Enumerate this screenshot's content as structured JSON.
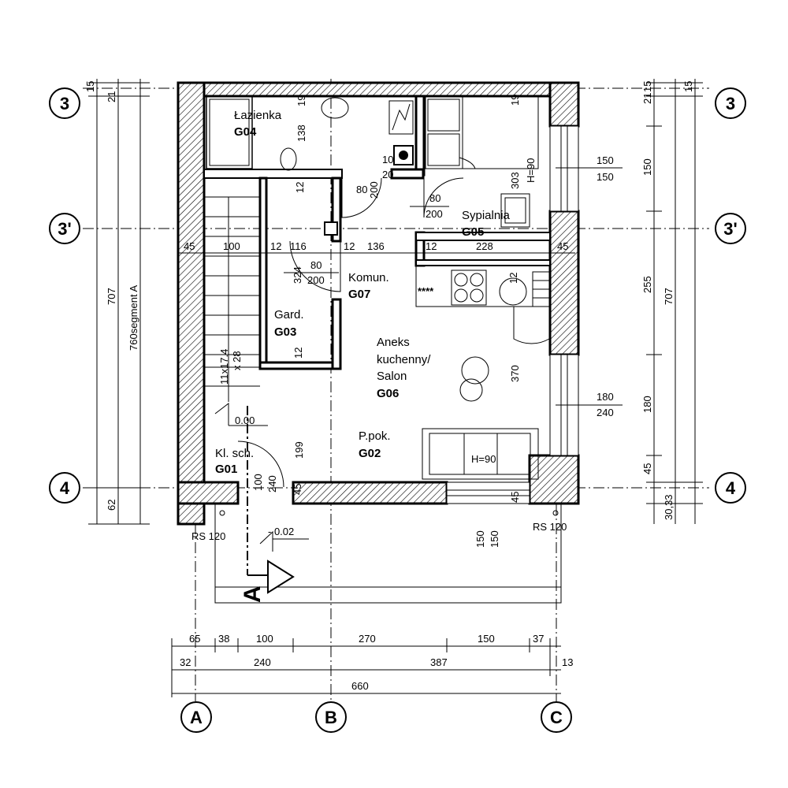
{
  "axes": {
    "rows": {
      "r3": "3",
      "r3p": "3'",
      "r4": "4"
    },
    "cols": {
      "A": "A",
      "B": "B",
      "C": "C"
    }
  },
  "rooms": {
    "g04": {
      "name": "Łazienka",
      "code": "G04"
    },
    "g05": {
      "name": "Sypialnia",
      "code": "G05"
    },
    "g07": {
      "name": "Komun.",
      "code": "G07"
    },
    "g03": {
      "name": "Gard.",
      "code": "G03"
    },
    "g06": {
      "name1": "Aneks",
      "name2": "kuchenny/",
      "name3": "Salon",
      "code": "G06"
    },
    "g02": {
      "name": "P.pok.",
      "code": "G02"
    },
    "g01": {
      "name": "Kl. sch.",
      "code": "G01"
    }
  },
  "levels": {
    "floor": "0.00",
    "outside": "- 0.02"
  },
  "section_mark": "A",
  "rs_label": "RS 120",
  "segment_label": "760segment A",
  "stairs_label": "11x17.4",
  "stairs_label2": "x 28",
  "window_heights": {
    "h1": "H=90",
    "h2": "H=90"
  },
  "bottom_dims": {
    "row1": [
      "65",
      "38",
      "100",
      "270",
      "150",
      "37"
    ],
    "row2": [
      "32",
      "240",
      "387",
      "13"
    ],
    "row3": "660"
  },
  "left_dims": {
    "d15": "15",
    "d21": "21",
    "d707": "707",
    "d62": "62"
  },
  "right_dims": {
    "d15": "15",
    "d21": "21",
    "d150": "150",
    "d255": "255",
    "d180": "180",
    "d45": "45",
    "d707": "707",
    "d3033": "30,33"
  },
  "inner_dims": {
    "d19a": "19",
    "d138": "138",
    "d10": "10",
    "d20": "20",
    "d19b": "19",
    "d303": "303",
    "hw": "H=90",
    "d150a": "150",
    "d150b": "150",
    "d80a": "80",
    "d200a": "200",
    "d80b": "80",
    "d200b": "200",
    "d12a": "12",
    "d45a": "45",
    "d100a": "100",
    "d12b": "12",
    "d116": "116",
    "d12c": "12",
    "d136": "136",
    "d12d": "12",
    "d228": "228",
    "d45b": "45",
    "d80c": "80",
    "d200c": "200",
    "d324": "324",
    "d12e": "12",
    "d12f": "12",
    "d370": "370",
    "d180": "180",
    "d240": "240",
    "d199": "199",
    "d100b": "100",
    "d240b": "240",
    "d45c": "45",
    "d45d": "45",
    "d150c": "150",
    "d150d": "150",
    "stove": "****"
  }
}
